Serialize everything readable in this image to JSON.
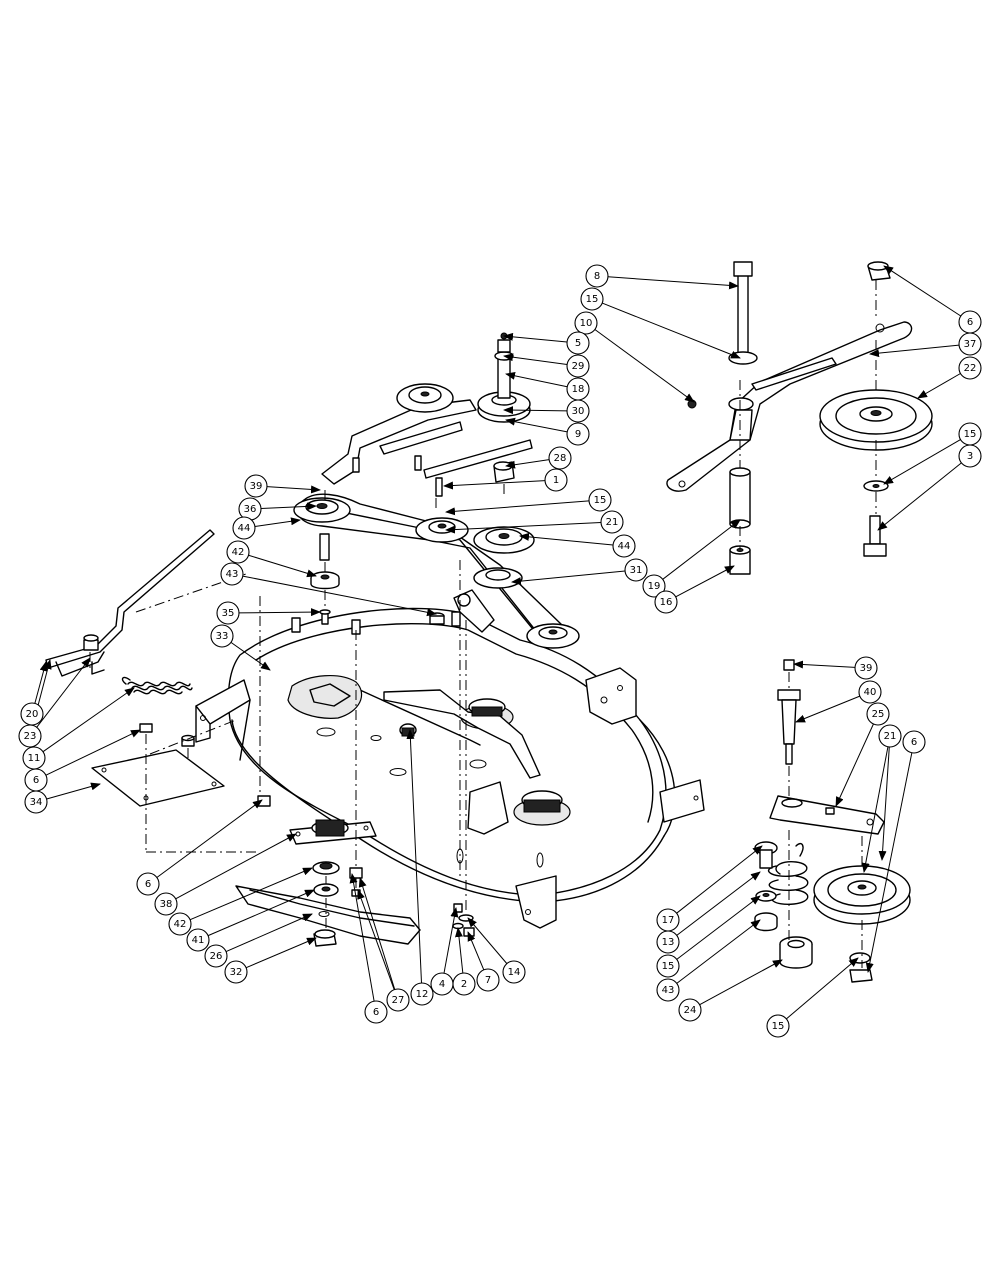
{
  "callouts": [
    "8",
    "15",
    "10",
    "6",
    "37",
    "22",
    "15",
    "3",
    "5",
    "29",
    "18",
    "30",
    "9",
    "28",
    "1",
    "15",
    "21",
    "44",
    "31",
    "19",
    "16",
    "39",
    "36",
    "44",
    "42",
    "43",
    "35",
    "33",
    "20",
    "23",
    "11",
    "6",
    "34",
    "39",
    "40",
    "25",
    "21",
    "6",
    "6",
    "38",
    "42",
    "41",
    "26",
    "32",
    "6",
    "27",
    "12",
    "4",
    "2",
    "7",
    "14",
    "17",
    "13",
    "15",
    "43",
    "24",
    "15"
  ],
  "colors": {
    "line": "#000000",
    "background": "#ffffff",
    "fill": "#ffffff",
    "shade": "#e8e8e8"
  }
}
